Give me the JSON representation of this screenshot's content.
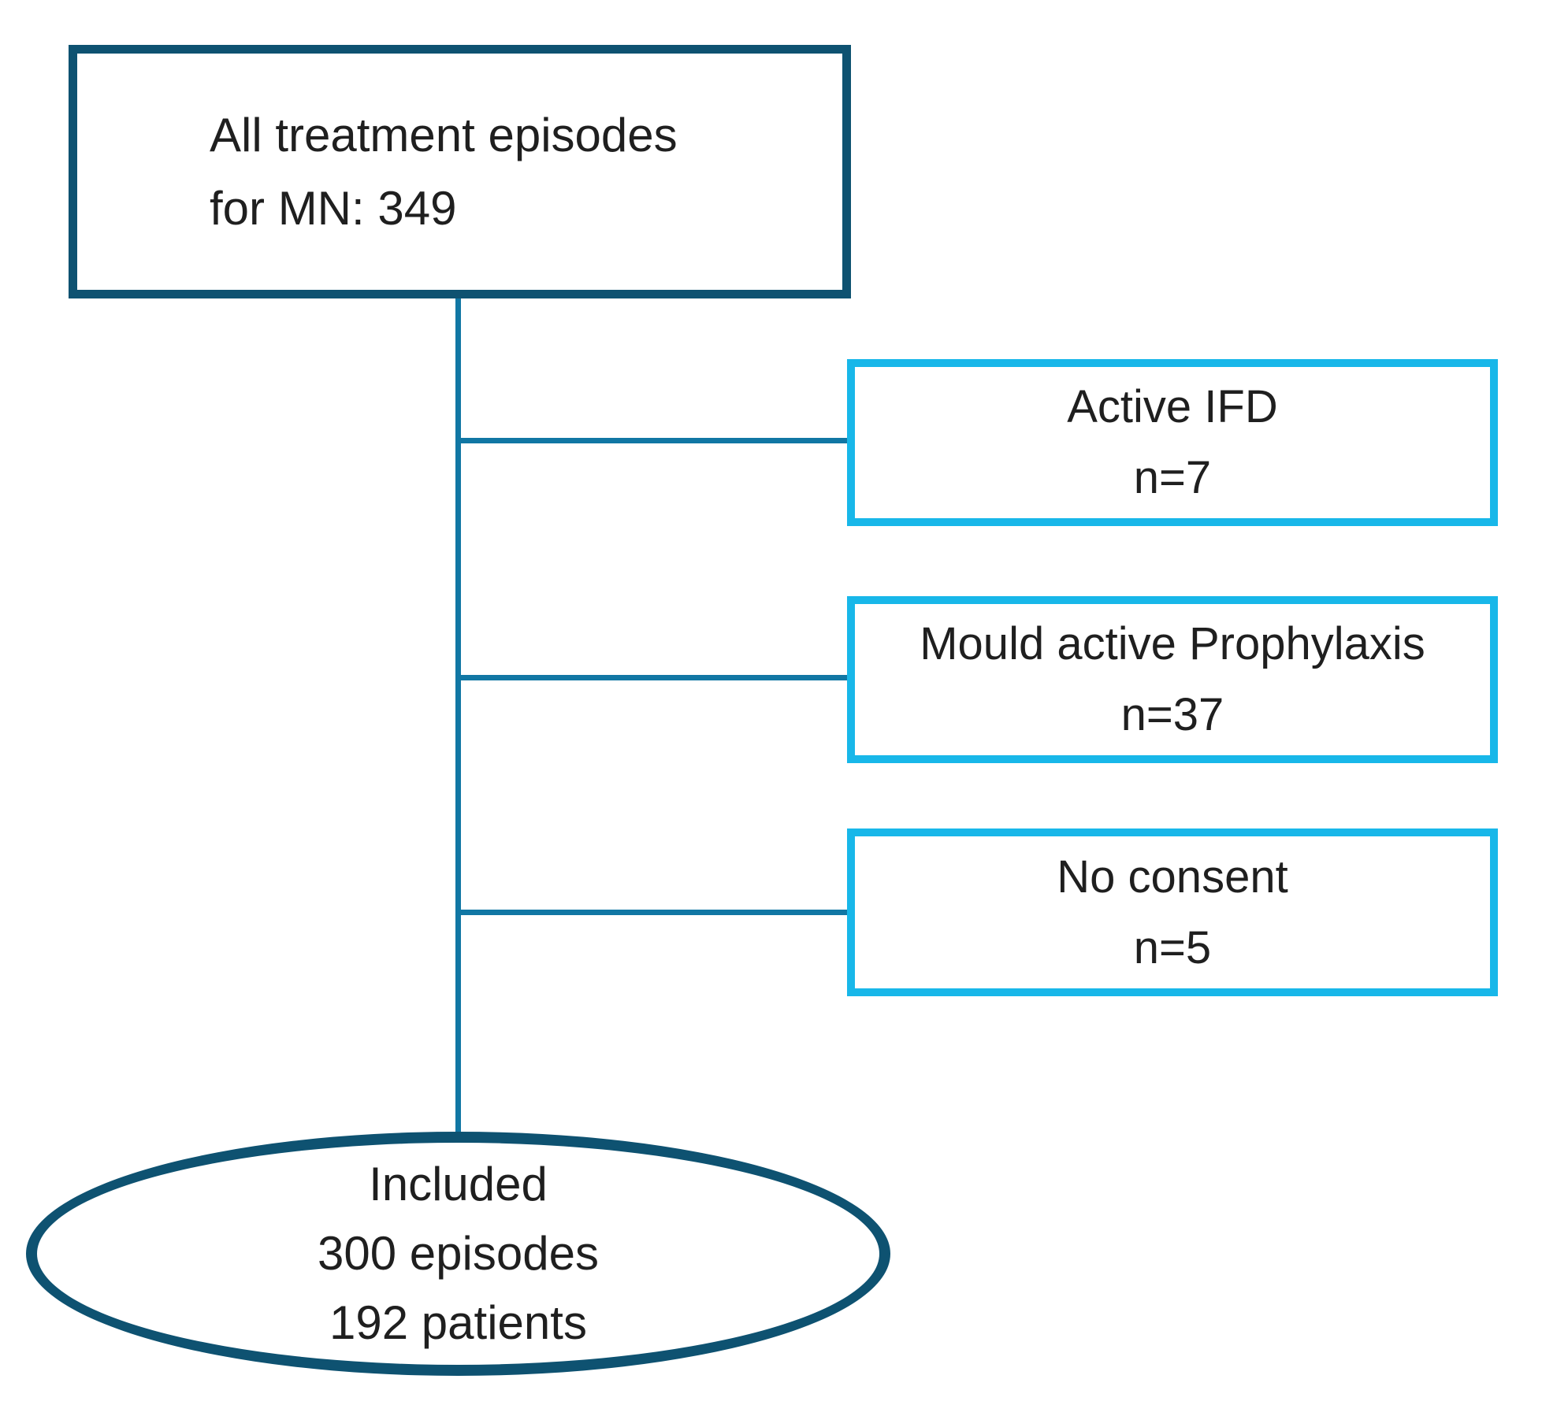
{
  "flowchart": {
    "root": {
      "line1": "All treatment episodes",
      "line2": "for MN: 349"
    },
    "exclusions": [
      {
        "label": "Active IFD",
        "count": "n=7"
      },
      {
        "label": "Mould active Prophylaxis",
        "count": "n=37"
      },
      {
        "label": "No consent",
        "count": "n=5"
      }
    ],
    "result": {
      "line1": "Included",
      "line2": "300 episodes",
      "line3": "192 patients"
    }
  },
  "colors": {
    "dark_border": "#0e5271",
    "cyan_border": "#18b7e9",
    "connector_line": "#1177a4",
    "text": "#1f1f1f",
    "background": "#ffffff"
  }
}
